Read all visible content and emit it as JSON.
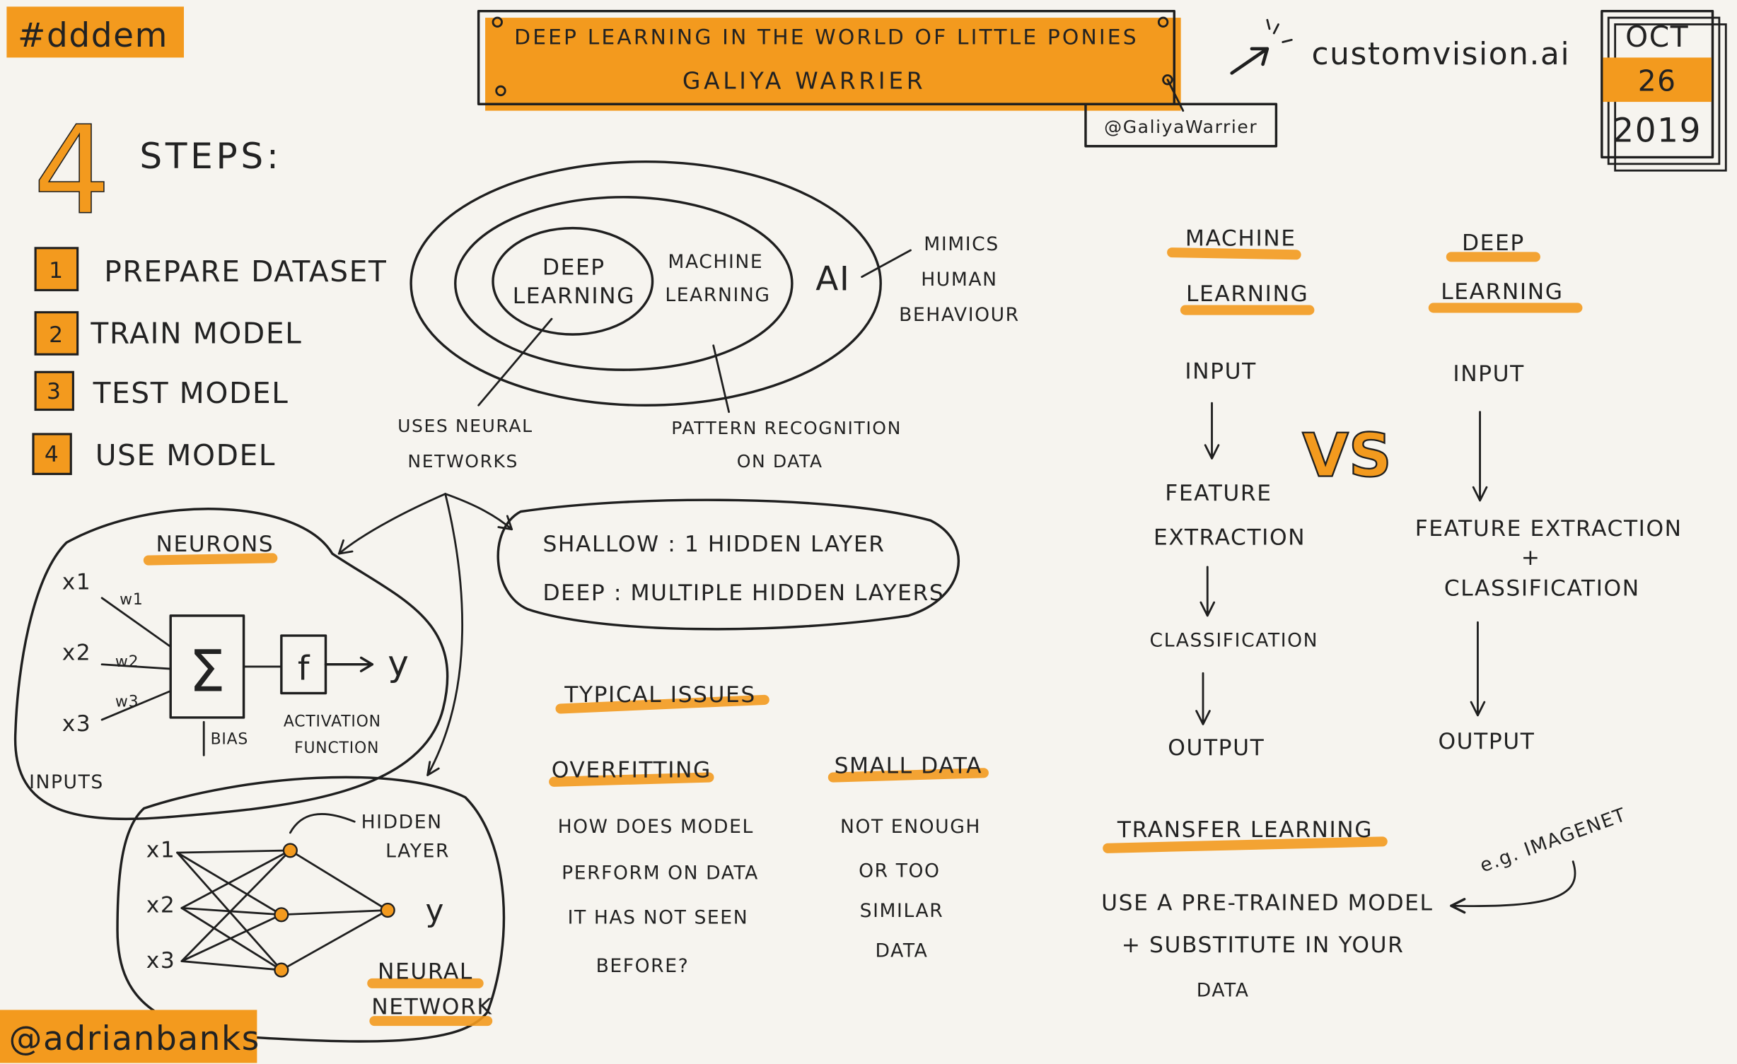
{
  "tags": {
    "hashtag": "#dddem",
    "credit": "@adrianbanks"
  },
  "header": {
    "title": "DEEP LEARNING IN THE WORLD OF LITTLE PONIES",
    "speaker": "GALIYA WARRIER",
    "twitter": "@GaliyaWarrier",
    "site": "customvision.ai"
  },
  "date": {
    "month": "OCT",
    "day": "26",
    "year": "2019"
  },
  "steps": {
    "count": "4",
    "heading": "STEPS:",
    "items": [
      {
        "num": "1",
        "label": "PREPARE DATASET"
      },
      {
        "num": "2",
        "label": "TRAIN MODEL"
      },
      {
        "num": "3",
        "label": "TEST MODEL"
      },
      {
        "num": "4",
        "label": "USE MODEL"
      }
    ]
  },
  "venn": {
    "inner": [
      "DEEP",
      "LEARNING"
    ],
    "middle": [
      "MACHINE",
      "LEARNING"
    ],
    "outer": "AI",
    "ai_note": [
      "MIMICS",
      "HUMAN",
      "BEHAVIOUR"
    ],
    "dl_note": [
      "USES NEURAL",
      "NETWORKS"
    ],
    "ml_note": [
      "PATTERN RECOGNITION",
      "ON DATA"
    ]
  },
  "neurons": {
    "title": "NEURONS",
    "inputs": [
      "x1",
      "x2",
      "x3"
    ],
    "weights": [
      "w1",
      "w2",
      "w3"
    ],
    "sum": "Σ",
    "func": "f",
    "output": "y",
    "bias": "BIAS",
    "activation": [
      "ACTIVATION",
      "FUNCTION"
    ],
    "inputs_label": "INPUTS"
  },
  "layers": {
    "shallow": "SHALLOW : 1 HIDDEN LAYER",
    "deep": "DEEP : MULTIPLE HIDDEN LAYERS"
  },
  "network": {
    "inputs": [
      "x1",
      "x2",
      "x3"
    ],
    "hidden_label": [
      "HIDDEN",
      "LAYER"
    ],
    "output": "y",
    "title": [
      "NEURAL",
      "NETWORK"
    ]
  },
  "issues": {
    "title": "TYPICAL ISSUES",
    "overfitting": {
      "title": "OVERFITTING",
      "lines": [
        "HOW DOES MODEL",
        "PERFORM ON DATA",
        "IT HAS NOT SEEN",
        "BEFORE?"
      ]
    },
    "small_data": {
      "title": "SMALL DATA",
      "lines": [
        "NOT ENOUGH",
        "OR TOO",
        "SIMILAR",
        "DATA"
      ]
    }
  },
  "comparison": {
    "ml_title": [
      "MACHINE",
      "LEARNING"
    ],
    "dl_title": [
      "DEEP",
      "LEARNING"
    ],
    "vs": "VS",
    "ml_steps": [
      "INPUT",
      "FEATURE",
      "EXTRACTION",
      "CLASSIFICATION",
      "OUTPUT"
    ],
    "dl_steps": [
      "INPUT",
      "FEATURE EXTRACTION",
      "+",
      "CLASSIFICATION",
      "OUTPUT"
    ]
  },
  "transfer": {
    "title": "TRANSFER LEARNING",
    "lines": [
      "USE A PRE-TRAINED MODEL",
      "+ SUBSTITUTE IN YOUR",
      "DATA"
    ],
    "example": "e.g. IMAGENET"
  },
  "colors": {
    "accent": "#f39a1e",
    "ink": "#1f1f1f",
    "paper": "#f6f4ef"
  }
}
